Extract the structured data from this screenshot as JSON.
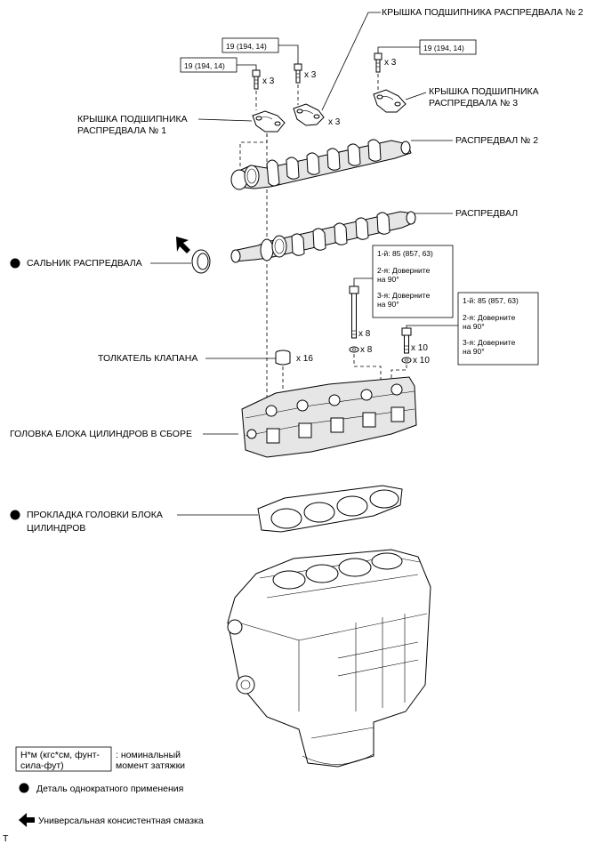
{
  "labels": {
    "cam_cap_2": "КРЫШКА ПОДШИПНИКА РАСПРЕДВАЛА № 2",
    "cam_cap_3_line1": "КРЫШКА ПОДШИПНИКА",
    "cam_cap_3_line2": "РАСПРЕДВАЛА № 3",
    "cam_cap_1_line1": "КРЫШКА ПОДШИПНИКА",
    "cam_cap_1_line2": "РАСПРЕДВАЛА № 1",
    "camshaft_2": "РАСПРЕДВАЛ № 2",
    "camshaft": "РАСПРЕДВАЛ",
    "oil_seal": "САЛЬНИК РАСПРЕДВАЛА",
    "valve_lifter": "ТОЛКАТЕЛЬ КЛАПАНА",
    "cylinder_head": "ГОЛОВКА БЛОКА ЦИЛИНДРОВ В СБОРЕ",
    "gasket_line1": "ПРОКЛАДКА ГОЛОВКИ БЛОКА",
    "gasket_line2": "ЦИЛИНДРОВ"
  },
  "torque_boxes": {
    "cap1": "19 (194, 14)",
    "cap2": "19 (194, 14)",
    "cap3": "19 (194, 14)"
  },
  "quantities": {
    "cap1_bolts": "x 3",
    "cap2_bolts": "x 3",
    "cap2_caps": "x 3",
    "cap3_bolts": "x 3",
    "long_bolts": "x 8",
    "long_washers": "x 8",
    "short_bolts": "x 10",
    "short_washers": "x 10",
    "lifters": "x 16"
  },
  "head_bolt_specs": {
    "box_a": {
      "line1": "1-й: 85 (857, 63)",
      "line2a": "2-я: Доверните",
      "line2b": "на 90°",
      "line3a": "3-я: Доверните",
      "line3b": "на 90°"
    },
    "box_b": {
      "line1": "1-й: 85 (857, 63)",
      "line2a": "2-я: Доверните",
      "line2b": "на 90°",
      "line3a": "3-я: Доверните",
      "line3b": "на 90°"
    }
  },
  "legend": {
    "unit_line1": "Н*м (кгс*см, фунт-",
    "unit_line2": "сила-фут)",
    "unit_desc_line1": ": номинальный",
    "unit_desc_line2": "момент затяжки",
    "non_reusable": "Деталь однократного применения",
    "grease": "Универсальная консистентная смазка"
  },
  "footer_mark": "T"
}
